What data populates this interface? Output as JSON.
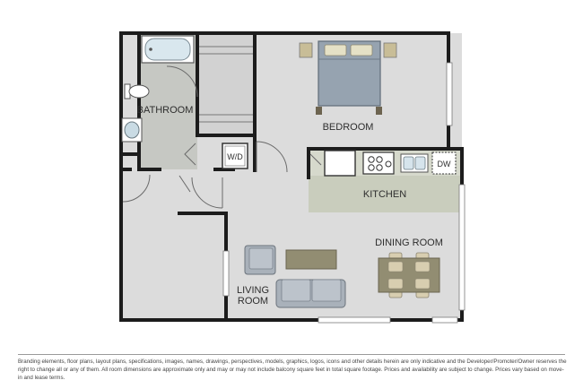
{
  "rooms": {
    "bathroom": "BATHROOM",
    "bedroom": "BEDROOM",
    "kitchen": "KITCHEN",
    "dining_room": "DINING ROOM",
    "living_room": [
      "LIVING",
      "ROOM"
    ]
  },
  "appliances": {
    "washer_dryer": "W/D",
    "dishwasher": "DW"
  },
  "colors": {
    "floor": "#dcdcdc",
    "bath_floor": "#c6c8c3",
    "kitchen_counter": "#c9cdbd",
    "wall": "#1c1c1c",
    "bed": "#96a3b0",
    "sofa": "#a9b1ba",
    "table": "#928d72",
    "chair": "#d8ceb0"
  },
  "disclaimer": "Branding elements, floor plans, layout plans, specifications, images, names, drawings, perspectives, models, graphics, logos, icons and other details herein are only indicative and the Developer/Promoter/Owner reserves the right to change all or any of them. All room dimensions are approximate only and may or may not include balcony square feet in total square footage. Prices and availability are subject to change. Prices vary based on move-in and lease terms."
}
